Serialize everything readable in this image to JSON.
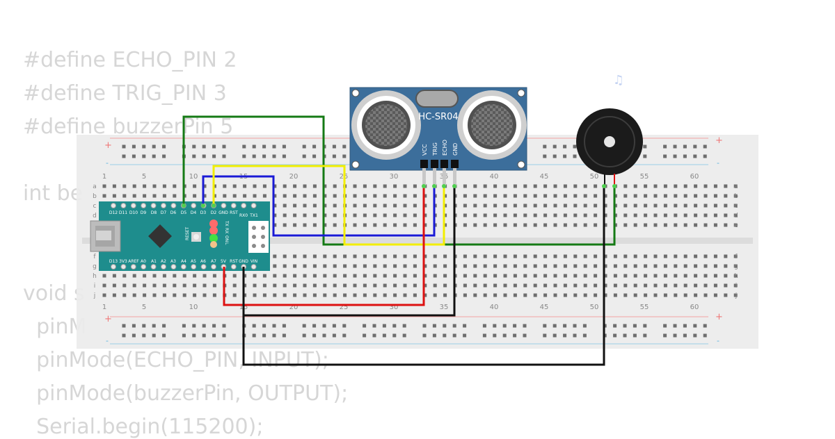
{
  "code_lines": [
    "#define ECHO_PIN 2",
    "#define TRIG_PIN 3",
    "#define buzzerPin 5",
    "int be",
    "void s",
    "  pinM",
    "  pinMode(ECHO_PIN, INPUT);",
    "  pinMode(buzzerPin, OUTPUT);",
    "  Serial.begin(115200);"
  ],
  "breadboard": {
    "column_numbers": [
      "1",
      "5",
      "10",
      "15",
      "20",
      "25",
      "30",
      "35",
      "40",
      "45",
      "50",
      "55",
      "60"
    ],
    "rows_top": [
      "a",
      "b",
      "c",
      "d",
      "e"
    ],
    "rows_bottom": [
      "f",
      "g",
      "h",
      "i",
      "j"
    ],
    "rail_plus": "+",
    "rail_minus": "-"
  },
  "sensor": {
    "model": "HC-SR04",
    "pins": [
      "VCC",
      "TRIG",
      "ECHO",
      "GND"
    ]
  },
  "nano": {
    "top_pins": [
      "D12",
      "D11",
      "D10",
      "D9",
      "D8",
      "D7",
      "D6",
      "D5",
      "D4",
      "D3",
      "D2",
      "GND",
      "RST",
      "RX0",
      "TX1"
    ],
    "bottom_pins": [
      "D13",
      "3V3",
      "AREF",
      "A0",
      "A1",
      "A2",
      "A3",
      "A4",
      "A5",
      "A6",
      "A7",
      "5V",
      "RST",
      "GND",
      "VIN"
    ],
    "reset_label": "RESET",
    "led_labels": [
      "TX",
      "RX",
      "ON",
      "L"
    ]
  },
  "buzzer": {
    "note_icon": "♫"
  },
  "wire_colors": {
    "green": "#157a15",
    "blue": "#1a1ad6",
    "yellow": "#f2ee00",
    "red": "#dd1111",
    "black": "#111111"
  }
}
